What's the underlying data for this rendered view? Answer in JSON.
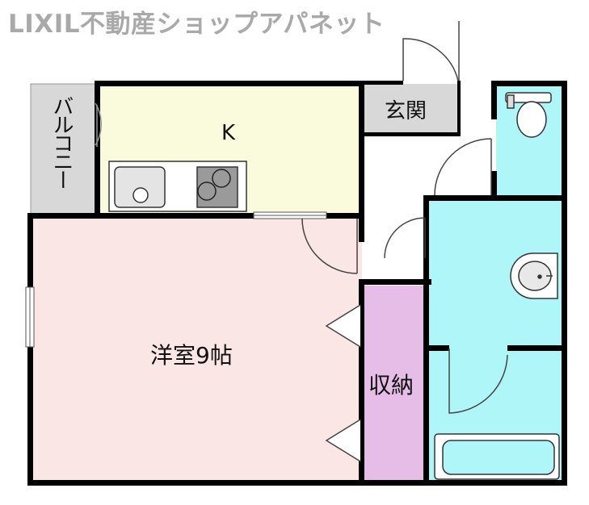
{
  "watermark": "LIXIL不動産ショップアパネット",
  "rooms": {
    "balcony": "バルコニー",
    "kitchen": "K",
    "entrance": "玄関",
    "western_room": "洋室9帖",
    "storage": "収納"
  },
  "colors": {
    "wall": "#000000",
    "balcony_fill": "#d8d8d8",
    "kitchen_fill": "#fafadc",
    "entrance_fill": "#d8d8d8",
    "western_room_fill": "#fbe6e6",
    "storage_fill": "#e6bde6",
    "wet_area_fill": "#aef6f8",
    "watermark": "#a9a9a9"
  }
}
